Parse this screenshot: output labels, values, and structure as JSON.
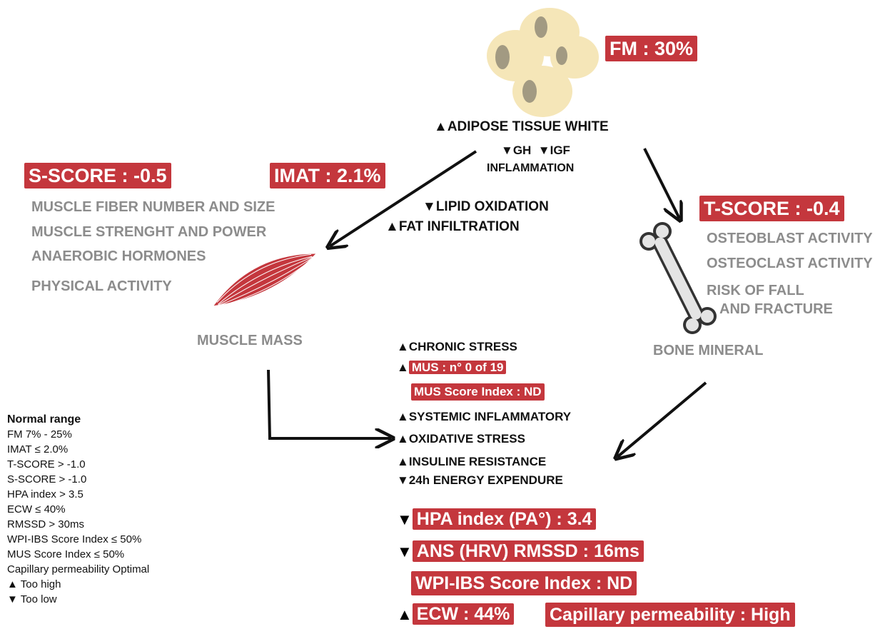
{
  "fat": {
    "badge": "FM : 30%",
    "title": "ADIPOSE TISSUE WHITE",
    "effects": [
      "GH",
      "IGF"
    ],
    "inflammation": "INFLAMMATION"
  },
  "muscle": {
    "s_score": "S-SCORE : -0.5",
    "imat": "IMAT : 2.1%",
    "items": [
      "MUSCLE FIBER NUMBER AND SIZE",
      "MUSCLE STRENGHT AND POWER",
      "ANAEROBIC HORMONES",
      "PHYSICAL ACTIVITY"
    ],
    "label": "MUSCLE MASS"
  },
  "lipid": {
    "oxidation": "LIPID OXIDATION",
    "infiltration": "FAT INFILTRATION"
  },
  "bone": {
    "t_score": "T-SCORE : -0.4",
    "items": [
      "OSTEOBLAST ACTIVITY",
      "OSTEOCLAST ACTIVITY",
      "RISK OF FALL",
      "AND FRACTURE"
    ],
    "label": "BONE MINERAL"
  },
  "center": {
    "chronic_stress": "CHRONIC STRESS",
    "mus": "MUS : n° 0 of 19",
    "mus_score": "MUS Score Index : ND",
    "systemic": "SYSTEMIC INFLAMMATORY",
    "oxidative": "OXIDATIVE STRESS",
    "insulin": "INSULINE RESISTANCE",
    "energy": "24h ENERGY EXPENDURE"
  },
  "badges": {
    "hpa": "HPA index (PA°) : 3.4",
    "ans": "ANS (HRV) RMSSD : 16ms",
    "wpi": "WPI-IBS Score Index : ND",
    "ecw": "ECW : 44%",
    "capillary": "Capillary permeability : High"
  },
  "legend": {
    "title": "Normal range",
    "items": [
      "FM 7% - 25%",
      "IMAT ≤ 2.0%",
      "T-SCORE > -1.0",
      "S-SCORE > -1.0",
      "HPA index > 3.5",
      "ECW ≤ 40%",
      "RMSSD > 30ms",
      "WPI-IBS Score Index ≤ 50%",
      "MUS Score Index ≤ 50%",
      "Capillary permeability Optimal"
    ],
    "too_high": "Too high",
    "too_low": "Too low"
  },
  "symbols": {
    "up": "▲",
    "down": "▼"
  },
  "colors": {
    "badge": "#c4373d",
    "gray_text": "#8c8c8c",
    "fat_cell": "#f5e6b8",
    "nucleus": "#a29a82",
    "muscle": "#c4373d"
  }
}
